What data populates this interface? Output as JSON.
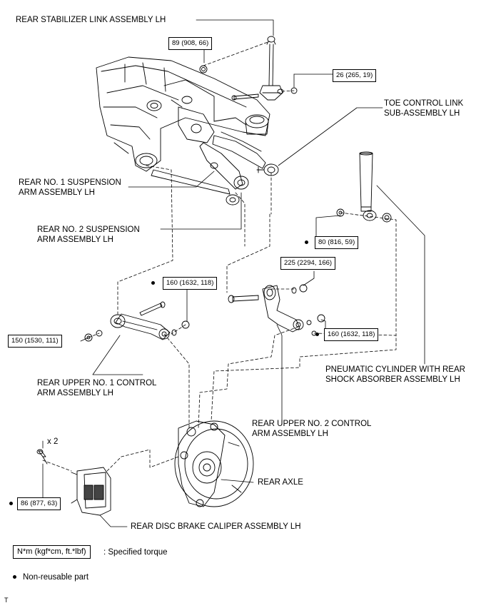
{
  "labels": {
    "stabilizer_link": "REAR STABILIZER LINK ASSEMBLY LH",
    "toe_control_1": "TOE CONTROL LINK",
    "toe_control_2": "SUB-ASSEMBLY LH",
    "no1_susp_1": "REAR NO. 1 SUSPENSION",
    "no1_susp_2": "ARM ASSEMBLY LH",
    "no2_susp_1": "REAR NO. 2 SUSPENSION",
    "no2_susp_2": "ARM ASSEMBLY LH",
    "upper1_1": "REAR UPPER NO. 1 CONTROL",
    "upper1_2": "ARM ASSEMBLY LH",
    "pneumatic_1": "PNEUMATIC CYLINDER WITH REAR",
    "pneumatic_2": "SHOCK ABSORBER ASSEMBLY LH",
    "upper2_1": "REAR UPPER NO. 2 CONTROL",
    "upper2_2": "ARM ASSEMBLY LH",
    "rear_axle": "REAR AXLE",
    "caliper": "REAR DISC BRAKE CALIPER ASSEMBLY LH",
    "qty": "x 2"
  },
  "torques": {
    "t89": "89 (908, 66)",
    "t26": "26 (265, 19)",
    "t80": "80 (816, 59)",
    "t225": "225 (2294, 166)",
    "t160a": "160 (1632, 118)",
    "t150": "150 (1530, 111)",
    "t160b": "160 (1632, 118)",
    "t86": "86 (877, 63)"
  },
  "legend": {
    "unit_box": "N*m (kgf*cm, ft.*lbf)",
    "unit_desc": ": Specified torque",
    "nonreusable": "Non-reusable part"
  },
  "corner_mark": "T"
}
